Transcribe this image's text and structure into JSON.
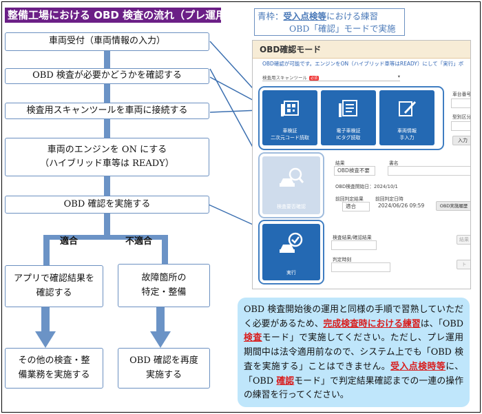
{
  "title": "整備工場における OBD 検査の流れ（プレ運用）",
  "steps": [
    {
      "text": "車両受付（車両情報の入力）"
    },
    {
      "text": "OBD 検査が必要かどうかを確認する"
    },
    {
      "text": "検査用スキャンツールを車両に接続する"
    },
    {
      "line1": "車両のエンジンを ON にする",
      "line2": "（ハイブリッド車等は READY）"
    },
    {
      "text": "OBD 確認を実施する"
    }
  ],
  "branches": {
    "pass": {
      "label": "適合",
      "box1": {
        "line1": "アプリで確認結果を",
        "line2": "確認する"
      },
      "box2": {
        "line1": "その他の検査・整",
        "line2": "備業務を実施する"
      }
    },
    "fail": {
      "label": "不適合",
      "box1": {
        "line1": "故障箇所の",
        "line2": "特定・整備"
      },
      "box2": {
        "line1": "OBD 確認を再度",
        "line2": "実施する"
      }
    }
  },
  "note": {
    "prefix": "青枠：",
    "keyword": "受入点検等",
    "suffix": "における練習",
    "line2": "OBD「確認」モードで実施"
  },
  "screen": {
    "title": "OBD確認モード",
    "subtitle": "OBD確認が可能です。エンジンをON（ハイブリッド車等はREADY）にして「実行」ボ",
    "tool_label": "検査用スキャンツール",
    "tool_tag": "必須",
    "tiles": [
      {
        "line1": "車検証",
        "line2": "二次元コード読取",
        "icon": "qr-code-icon"
      },
      {
        "line1": "電子車検証",
        "line2": "ICタグ読取",
        "icon": "document-icon"
      },
      {
        "line1": "車両情報",
        "line2": "手入力",
        "icon": "edit-icon"
      },
      {
        "line1": "検査要否確認",
        "line2": "",
        "icon": "car-search-icon"
      },
      {
        "line1": "実行",
        "line2": "",
        "icon": "car-check-icon"
      }
    ],
    "right_col": {
      "label1": "車台番号",
      "label2": "型別区分",
      "button": "入力"
    },
    "result": {
      "label": "結果",
      "value": "OBD検査不要",
      "label2": "書名",
      "start_date": "OBD検査開始日：2024/10/1",
      "prev_result_label": "前回判定結果",
      "prev_date_label": "前回判定日時",
      "prev_result": "適合",
      "prev_date": "2024/06/26 09:59",
      "history_button": "OBD実施履歴"
    },
    "exec": {
      "label1": "検査結果/確認結果",
      "label2": "判定時刻",
      "btn1": "結果",
      "btn2": "ト"
    }
  },
  "info": {
    "p1": "OBD 検査開始後の運用と同様の手順で習熟していただく必要があるため、",
    "r1": "完成検査時における練習",
    "p2": "は、「OBD ",
    "r2": "検査",
    "p3": "モード」で実施してください。ただし、プレ運用期間中は法令適用前なので、システム上でも「OBD 検査を実施する」ことはできません。",
    "r3": "受入点検時等",
    "p4": "に、「OBD ",
    "r4": "確認",
    "p5": "モード」で判定結果確認までの一連の操作の練習を行ってください。"
  }
}
